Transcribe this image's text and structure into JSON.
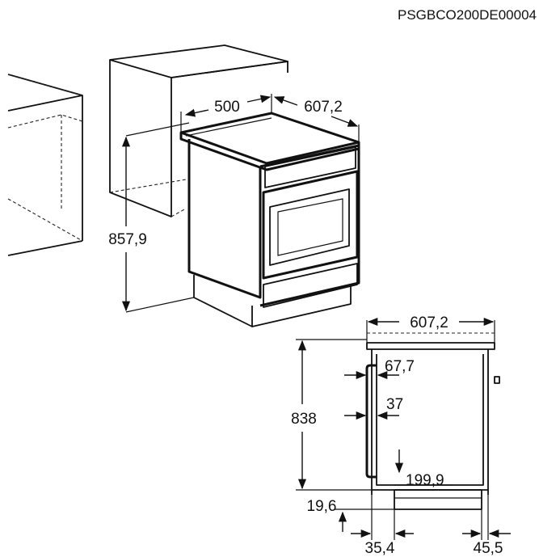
{
  "document_code": "PSGBCO200DE00004",
  "iso_view": {
    "depth_label": "500",
    "width_label": "607,2",
    "height_label": "857,9"
  },
  "side_view": {
    "width_label": "607,2",
    "height_label": "838",
    "handle_offset_label": "67,7",
    "door_offset_label": "37",
    "drawer_height_label": "199,9",
    "plinth_height_label": "19,6",
    "front_foot_label": "35,4",
    "rear_foot_label": "45,5"
  }
}
